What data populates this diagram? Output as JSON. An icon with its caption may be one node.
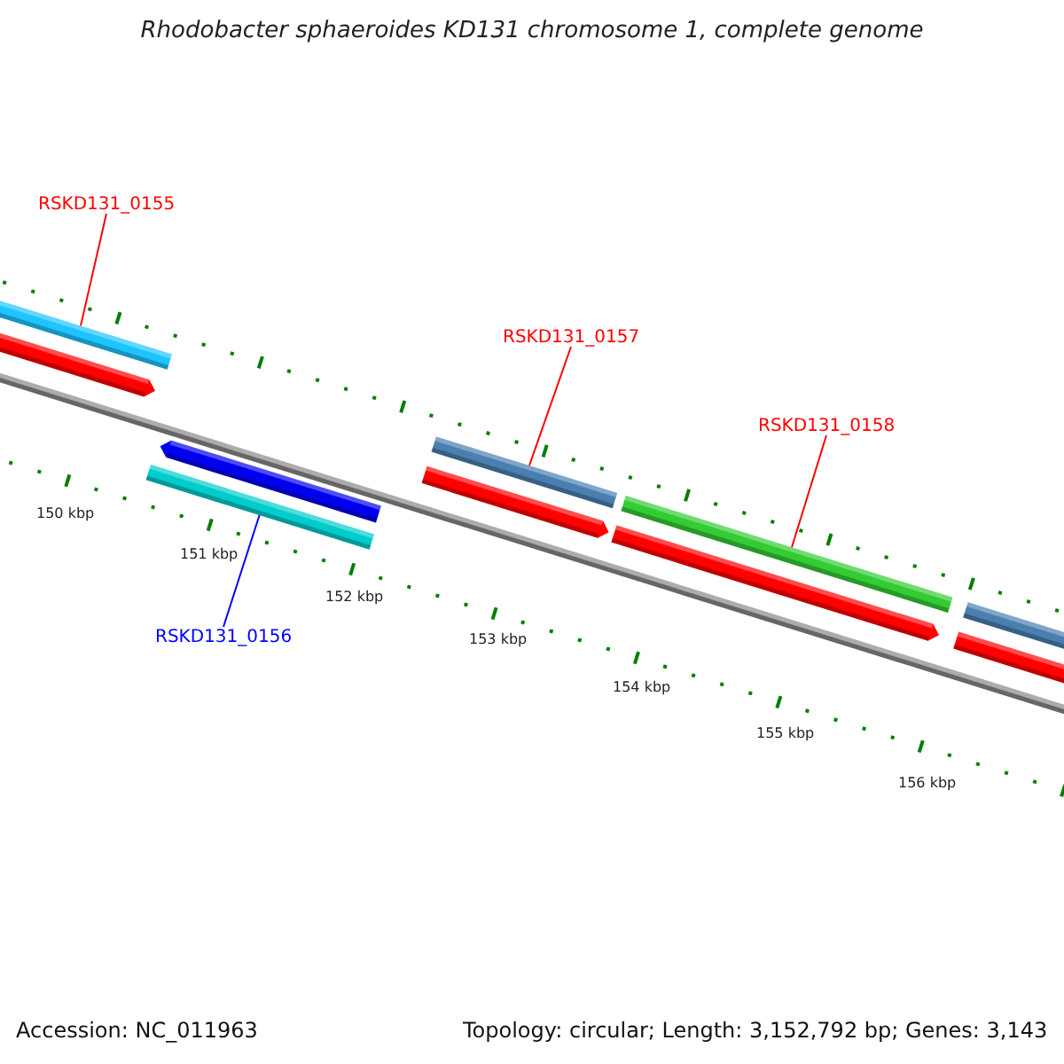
{
  "diagram": {
    "title": "Rhodobacter sphaeroides KD131 chromosome 1, complete genome",
    "nodes": [
      {
        "text": [
          "RSKD131_0155"
        ]
      },
      {
        "text": [],
        "shape": "bar"
      },
      {
        "text": [
          "RSKD131_0157"
        ]
      },
      {
        "text": [],
        "shape": "bar"
      },
      {
        "text": [
          "RSKD131_0158"
        ]
      },
      {
        "text": [],
        "shape": "bar"
      },
      {
        "text": [
          "RSKD131_0156"
        ]
      },
      {
        "text": [],
        "shape": "bar"
      }
    ],
    "edges": [
      {
        "from": 0,
        "to": 1,
        "arrow": "none"
      },
      {
        "from": 2,
        "to": 3,
        "arrow": "none"
      },
      {
        "from": 4,
        "to": 5,
        "arrow": "none"
      },
      {
        "from": 6,
        "to": 7,
        "arrow": "none",
        "color": "#0000ff"
      }
    ],
    "labels": [
      "150 kbp",
      "151 kbp",
      "152 kbp",
      "153 kbp",
      "154 kbp",
      "155 kbp",
      "156 kbp",
      "Accession: NC_011963",
      "Topology: circular; Length: 3,152,792 bp; Genes: 3,143"
    ]
  }
}
